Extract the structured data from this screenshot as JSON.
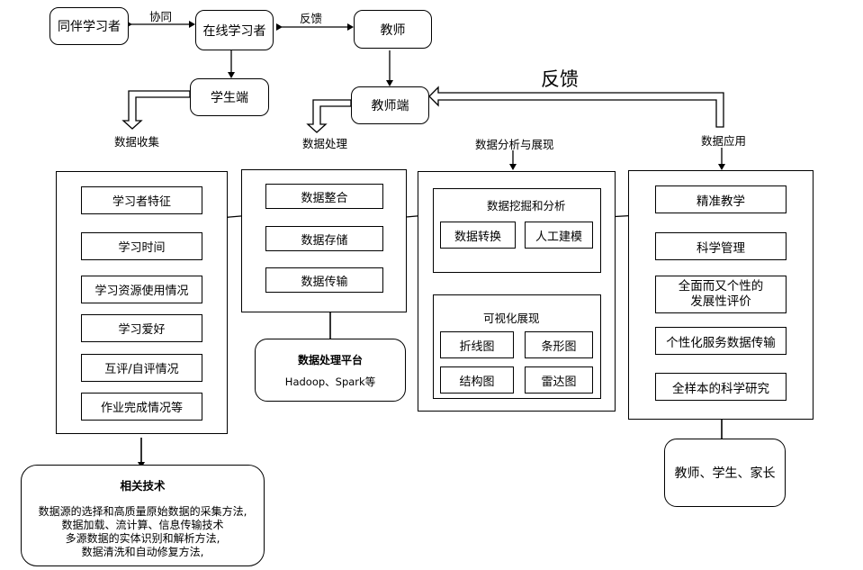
{
  "top": {
    "peer": "同伴学习者",
    "online": "在线学习者",
    "teacher": "教师",
    "collab_label": "协同",
    "feedback_label": "反馈",
    "student_end": "学生端",
    "teacher_end": "教师端",
    "big_feedback": "反馈"
  },
  "stages": {
    "collect": "数据收集",
    "process": "数据处理",
    "analysis": "数据分析与展现",
    "apply": "数据应用"
  },
  "collect_items": [
    "学习者特征",
    "学习时间",
    "学习资源使用情况",
    "学习爱好",
    "互评/自评情况",
    "作业完成情况等"
  ],
  "process_items": [
    "数据整合",
    "数据存储",
    "数据传输"
  ],
  "platform": {
    "title": "数据处理平台",
    "text": "Hadoop、Spark等"
  },
  "analysis": {
    "mining_title": "数据挖掘和分析",
    "mining_items": [
      "数据转换",
      "人工建模"
    ],
    "viz_title": "可视化展现",
    "viz_items": [
      "折线图",
      "条形图",
      "结构图",
      "雷达图"
    ]
  },
  "apply_items": [
    "精准教学",
    "科学管理",
    "全面而又个性的",
    "发展性评价",
    "个性化服务数据传输",
    "全样本的科学研究"
  ],
  "audience": "教师、学生、家长",
  "tech": {
    "title": "相关技术",
    "lines": [
      "数据源的选择和高质量原始数据的采集方法,",
      "数据加载、流计算、信息传输技术",
      "多源数据的实体识别和解析方法,",
      "数据清洗和自动修复方法,"
    ]
  }
}
